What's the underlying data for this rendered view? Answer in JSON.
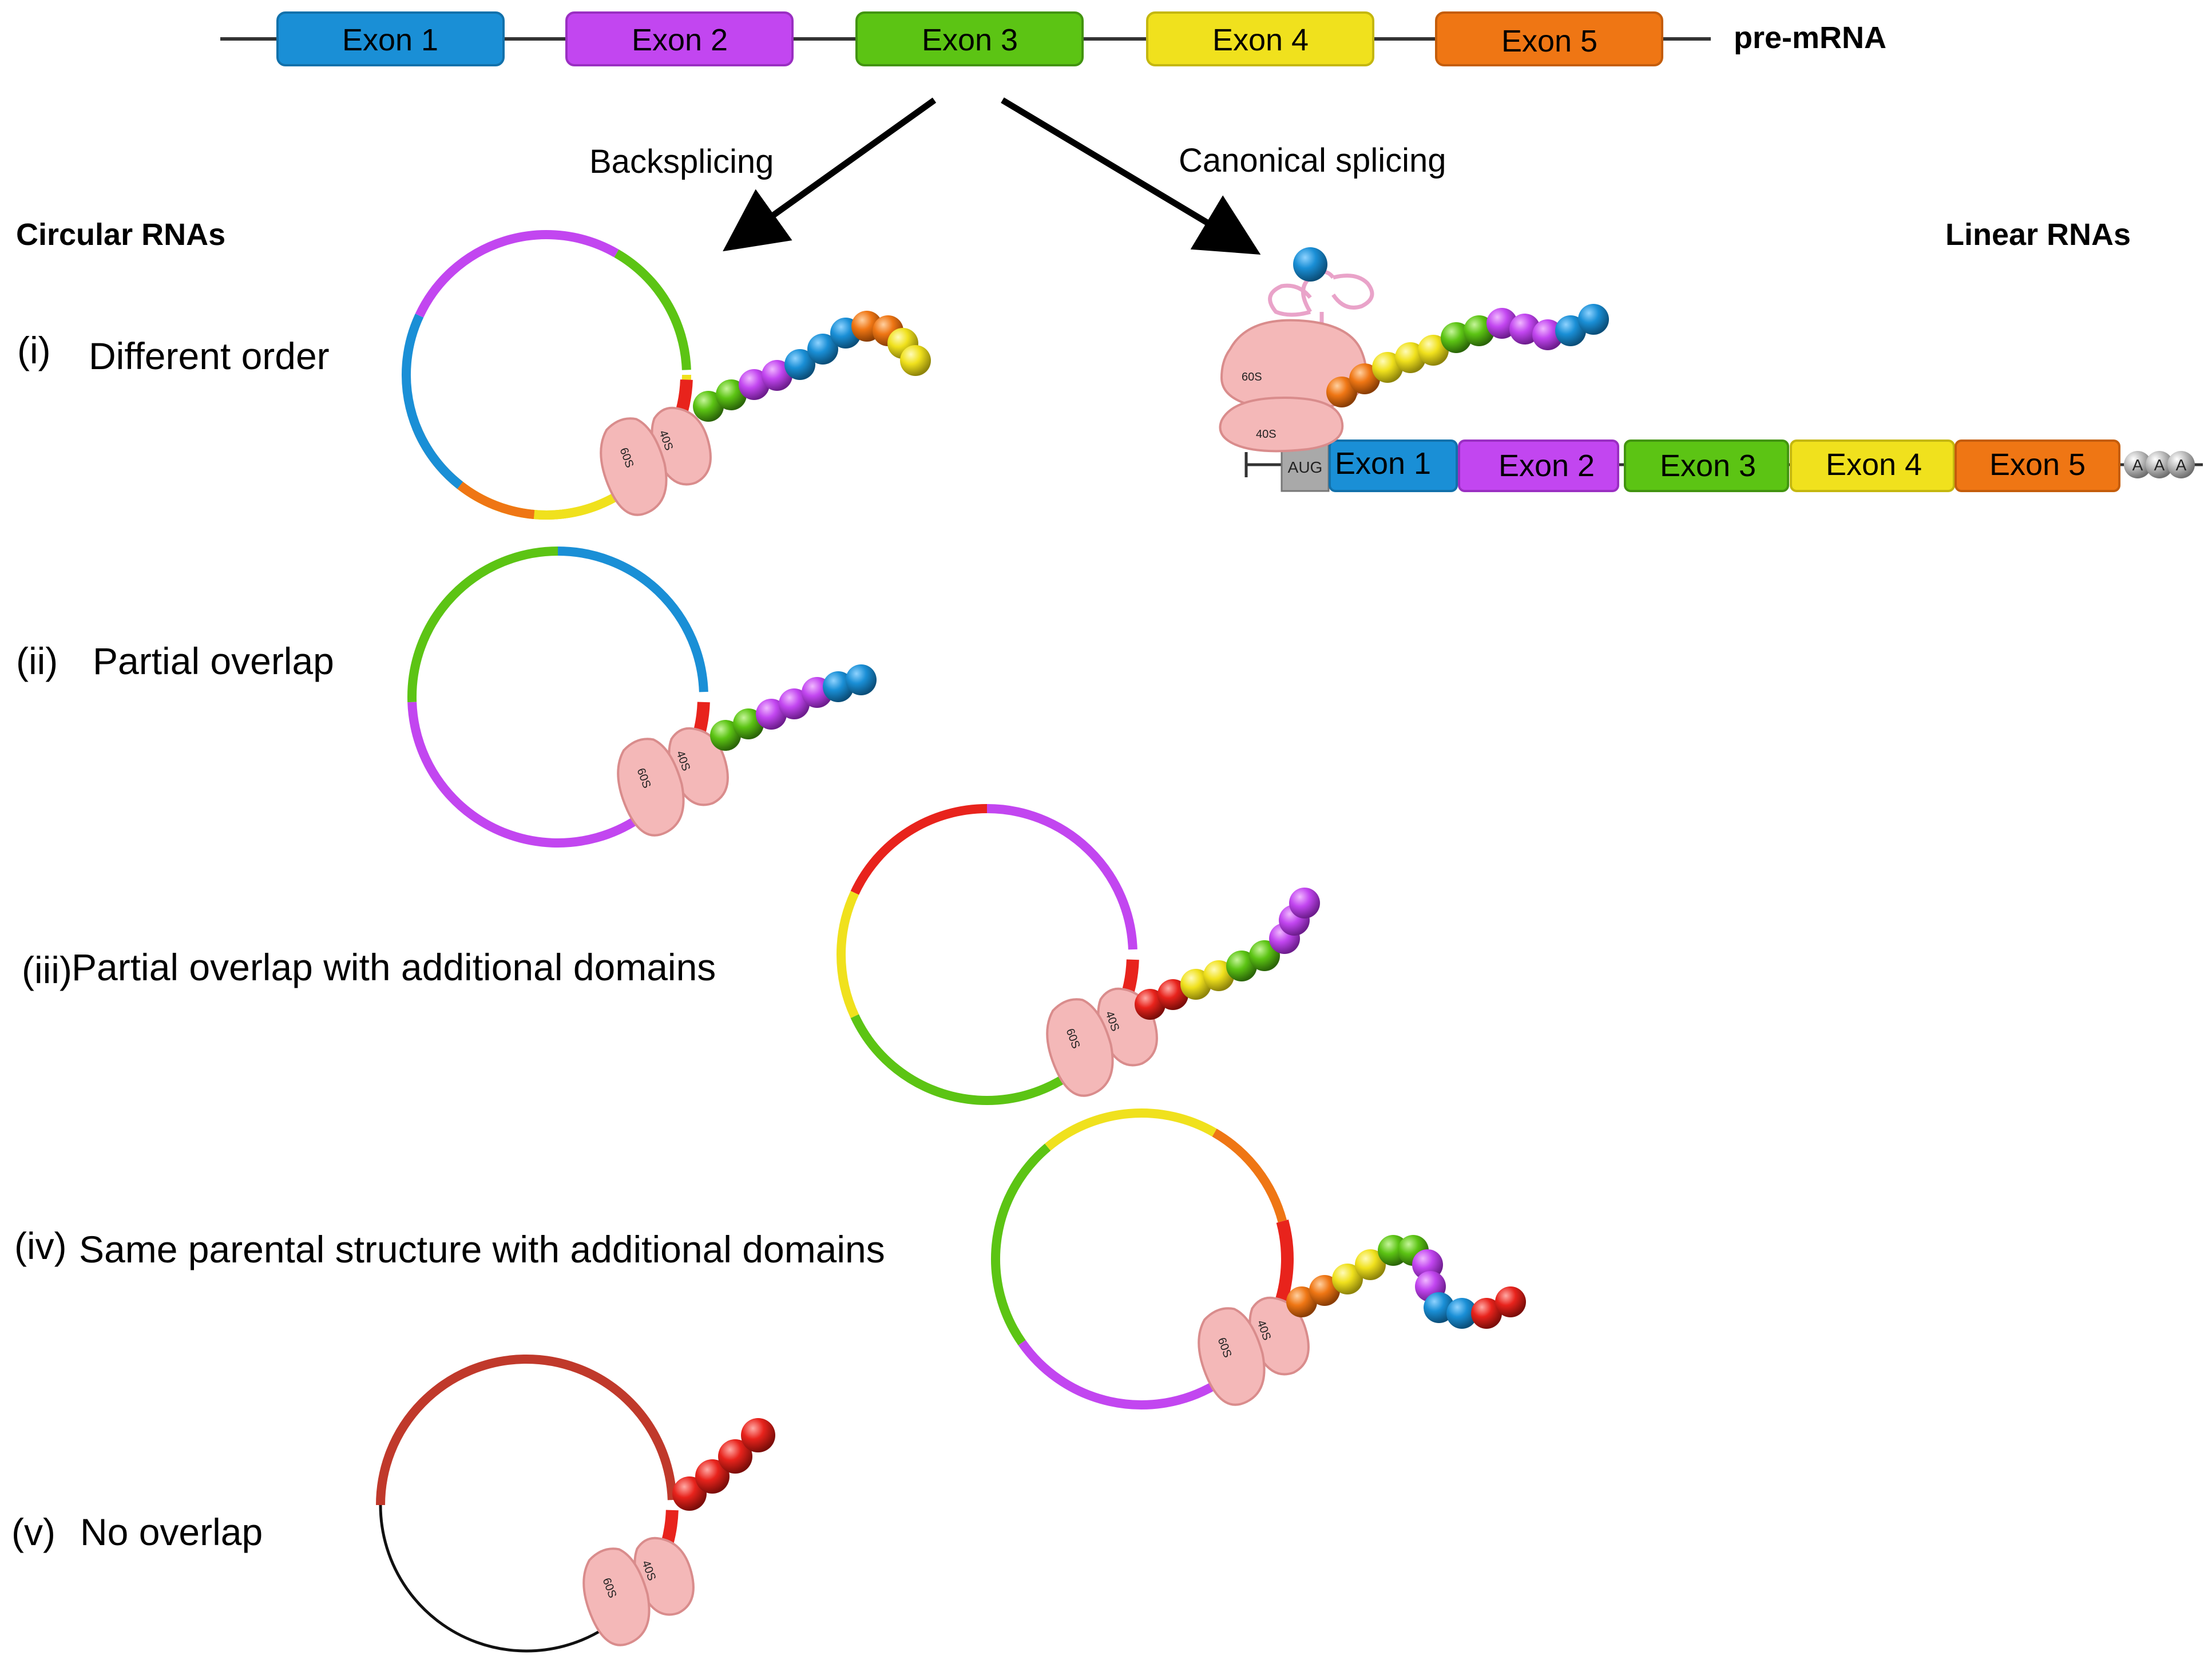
{
  "colors": {
    "exon1": "#1a8fd6",
    "exon2": "#c246f0",
    "exon3": "#5cc414",
    "exon4": "#f0e11d",
    "exon5": "#ef7614",
    "extra": "#e8231c",
    "dark_red": "#c0392b",
    "ribosome": "#f4b8b8",
    "ribosome_edge": "#d98c8c",
    "aug": "#a9a9a9"
  },
  "pre_mrna": {
    "label": "pre-mRNA",
    "exons": [
      "Exon 1",
      "Exon 2",
      "Exon 3",
      "Exon 4",
      "Exon 5"
    ]
  },
  "arrows": {
    "left_label": "Backsplicing",
    "right_label": "Canonical splicing"
  },
  "headings": {
    "circular": "Circular RNAs",
    "linear": "Linear RNAs"
  },
  "linear_mrna": {
    "start_codon": "AUG",
    "exons": [
      "Exon 1",
      "Exon 2",
      "Exon 3",
      "Exon 4",
      "Exon 5"
    ],
    "poly_a": "A"
  },
  "ribosome": {
    "large_subunit": "60S",
    "small_subunit": "40S"
  },
  "items": [
    {
      "num": "(i)",
      "text": "Different order"
    },
    {
      "num": "(ii)",
      "text": "Partial overlap"
    },
    {
      "num": "(iii)",
      "text": "Partial overlap with additional domains"
    },
    {
      "num": "(iv)",
      "text": "Same parental structure with additional domains"
    },
    {
      "num": "(v)",
      "text": "No overlap"
    }
  ]
}
